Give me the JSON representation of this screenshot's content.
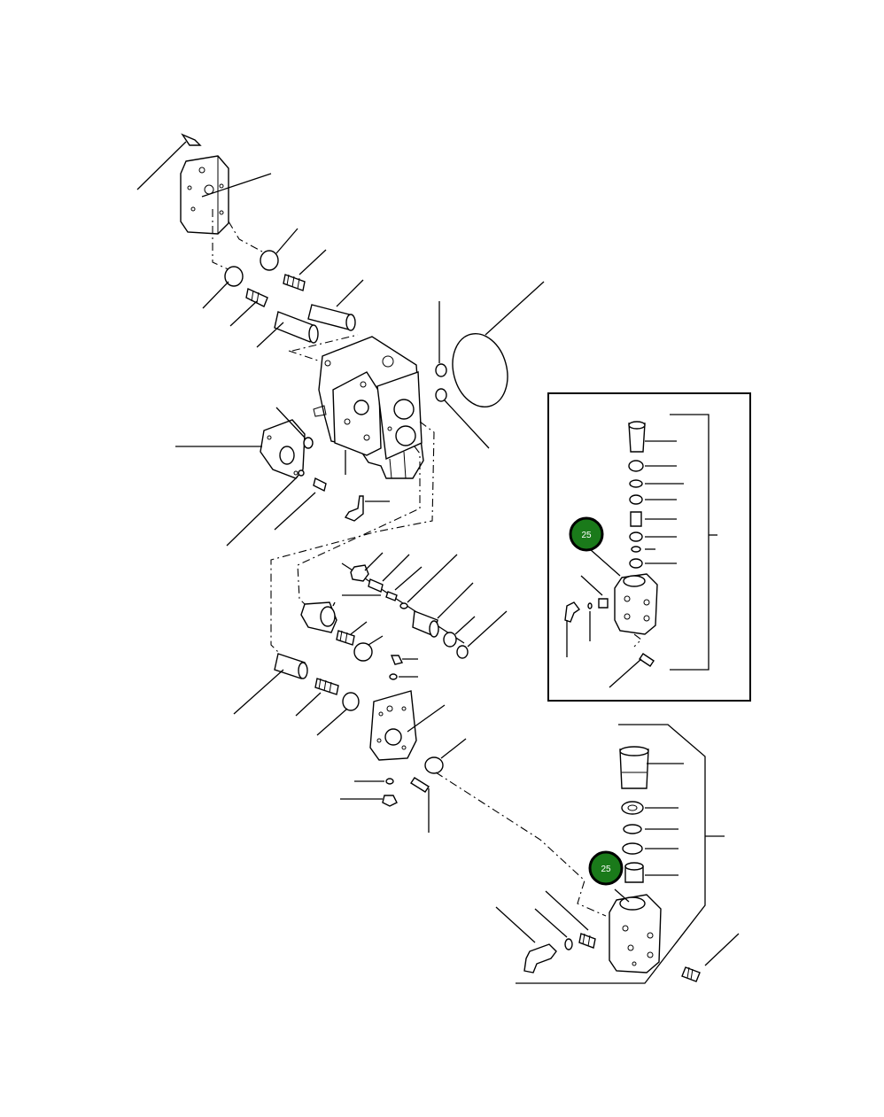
{
  "callouts": [
    {
      "id": "callout-25-inset",
      "label": "25",
      "color": "#1a7a1a"
    },
    {
      "id": "callout-25-lower",
      "label": "25",
      "color": "#1a7a1a"
    }
  ],
  "colors": {
    "line": "#000000",
    "callout_fill": "#1a7a1a",
    "callout_text": "#ffffff",
    "background": "#ffffff"
  }
}
